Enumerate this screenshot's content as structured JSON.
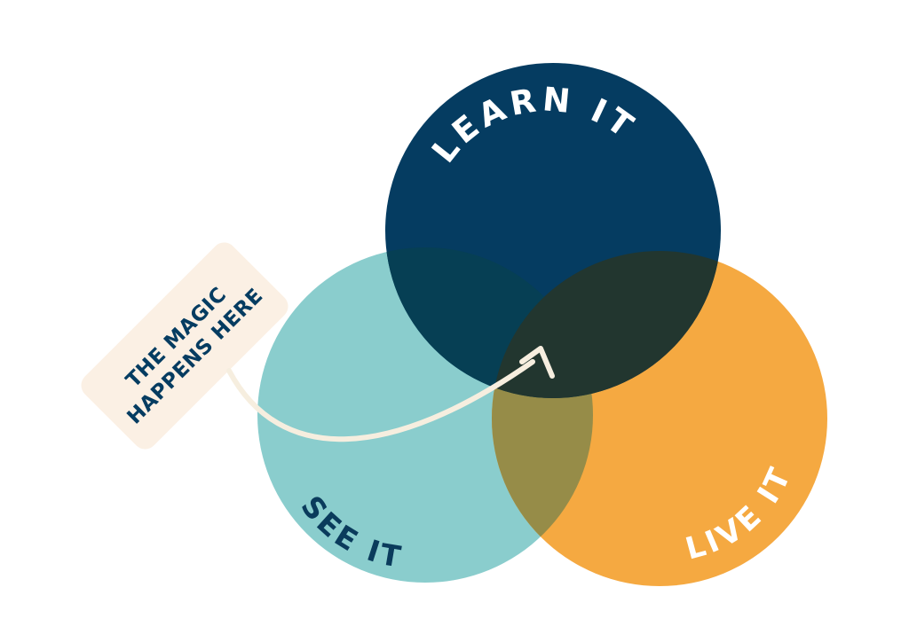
{
  "diagram": {
    "type": "venn",
    "sets": [
      {
        "key": "learn",
        "label": "LEARN IT",
        "color": "#053C61"
      },
      {
        "key": "see",
        "label": "SEE IT",
        "color": "#8ACDCD"
      },
      {
        "key": "live",
        "label": "LIVE IT",
        "color": "#F5A941"
      }
    ],
    "overlap_colors": {
      "learn_see": "#063F54",
      "learn_live": "#22362F",
      "see_live": "#968C48"
    },
    "callout": {
      "lines": [
        "THE MAGIC",
        "HAPPENS HERE"
      ],
      "background": "#FBF0E4",
      "text_color": "#053C61",
      "arrow_color": "#F6EEDF",
      "points_to": "center intersection"
    }
  }
}
